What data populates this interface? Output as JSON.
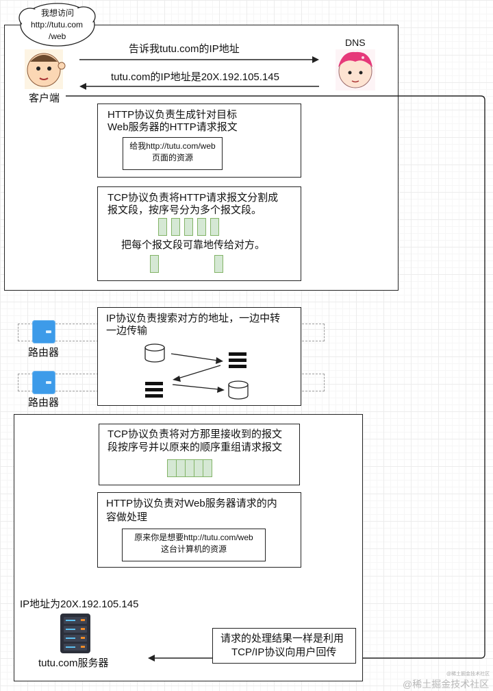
{
  "client": {
    "bubble_line1": "我想访问",
    "bubble_line2": "http://tutu.com",
    "bubble_line3": "/web",
    "label": "客户端"
  },
  "dns": {
    "label": "DNS",
    "request": "告诉我tutu.com的IP地址",
    "response": "tutu.com的IP地址是20X.192.105.145"
  },
  "http_request": {
    "line1": "HTTP协议负责生成针对目标",
    "line2": "Web服务器的HTTP请求报文",
    "note_line1": "给我http://tutu.com/web",
    "note_line2": "页面的资源"
  },
  "tcp_split": {
    "line1": "TCP协议负责将HTTP请求报文分割成",
    "line2": "报文段，按序号分为多个报文段。",
    "line3": "把每个报文段可靠地传给对方。"
  },
  "ip_transfer": {
    "line1": "IP协议负责搜索对方的地址，一边中转",
    "line2": "一边传输"
  },
  "routers": [
    {
      "label": "路由器"
    },
    {
      "label": "路由器"
    }
  ],
  "tcp_reassemble": {
    "line1": "TCP协议负责将对方那里接收到的报文",
    "line2": "段按序号并以原来的顺序重组请求报文"
  },
  "http_process": {
    "line1": "HTTP协议负责对Web服务器请求的内",
    "line2": "容做处理",
    "note_line1": "原来你是想要http://tutu.com/web",
    "note_line2": "这台计算机的资源"
  },
  "server": {
    "ip": "IP地址为20X.192.105.145",
    "label": "tutu.com服务器"
  },
  "response_note": {
    "line1": "请求的处理结果一样是利用",
    "line2": "TCP/IP协议向用户回传"
  },
  "watermark": {
    "main": "@稀土掘金技术社区",
    "small": "@稀土掘金技术社区"
  },
  "colors": {
    "segment_fill": "#d5e8d4",
    "segment_stroke": "#82b366",
    "router_blue": "#3d9be9"
  }
}
